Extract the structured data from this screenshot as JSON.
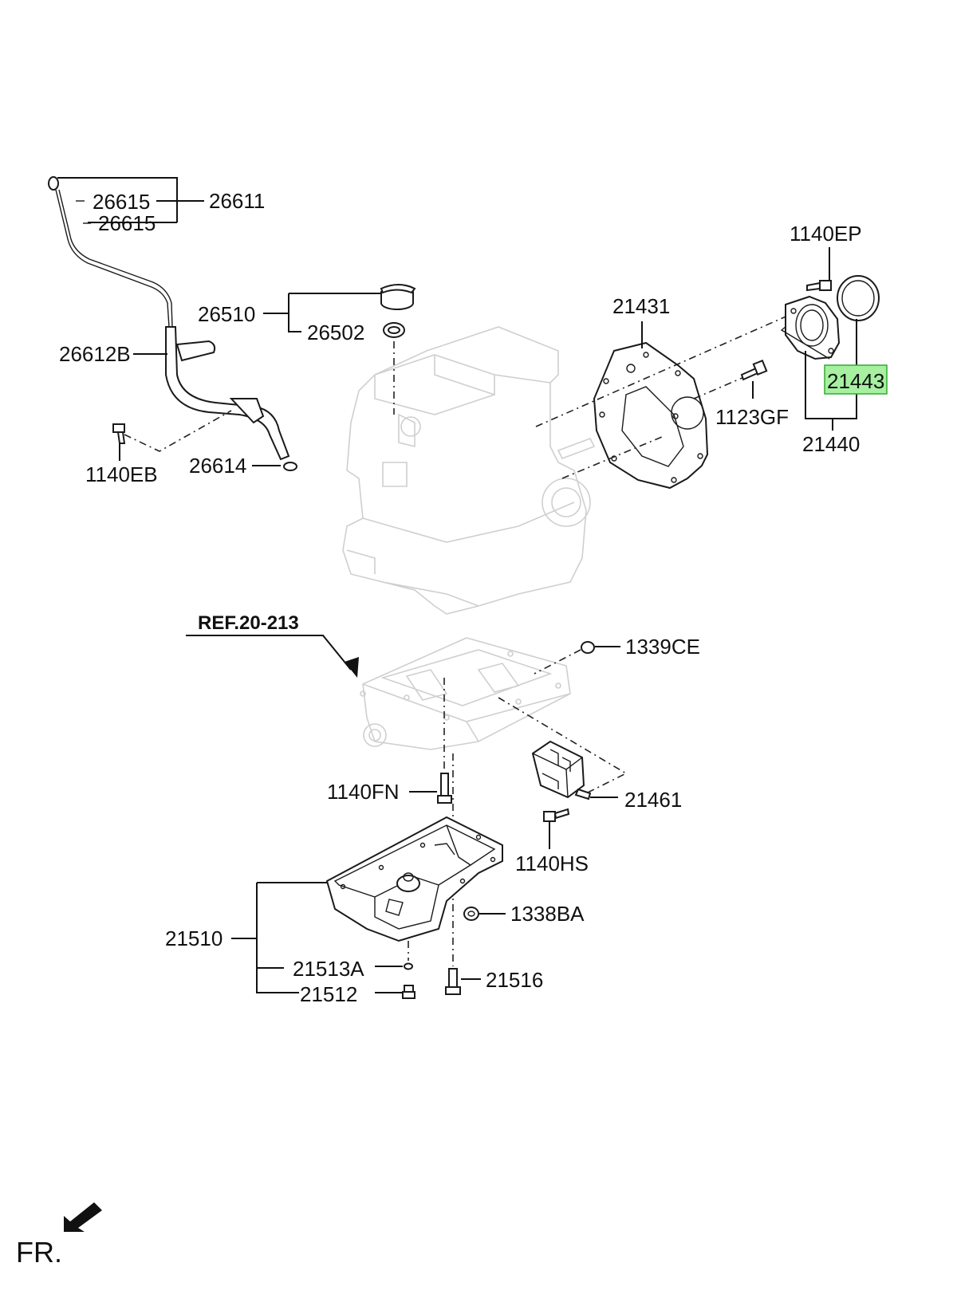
{
  "diagram": {
    "highlight_color": "#a6f0a0",
    "highlight_border": "#33aa33",
    "labels": {
      "p26611": "26611",
      "p26615a": "26615",
      "p26615b": "26615",
      "p26510": "26510",
      "p26502": "26502",
      "p26612B": "26612B",
      "p1140EB": "1140EB",
      "p26614": "26614",
      "p1140EP": "1140EP",
      "p21431": "21431",
      "p21443": "21443",
      "p1123GF": "1123GF",
      "p21440": "21440",
      "ref": "REF.20-213",
      "p1339CE": "1339CE",
      "p1140FN": "1140FN",
      "p21461": "21461",
      "p1140HS": "1140HS",
      "p1338BA": "1338BA",
      "p21510": "21510",
      "p21513A": "21513A",
      "p21516": "21516",
      "p21512": "21512",
      "fr": "FR."
    }
  }
}
